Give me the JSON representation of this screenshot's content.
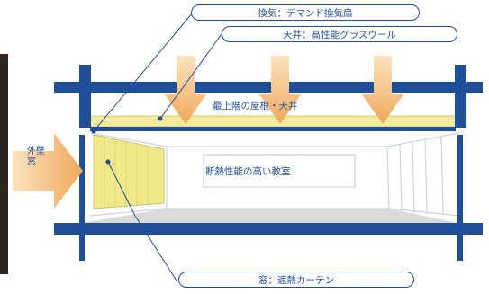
{
  "callouts": {
    "ventilation": "換気：デマンド換気扇",
    "ceiling": "天井：高性能グラスウール",
    "window": "窓：遮熱カーテン"
  },
  "labels": {
    "roof": "最上階の屋根・天井",
    "classroom": "断熱性能の高い教室",
    "exterior_wall_line1": "外壁",
    "exterior_wall_line2": "窓"
  },
  "colors": {
    "structure": "#1f4f9a",
    "heat_arrow": "#f0a95a",
    "insulation": "#f3ea9a",
    "window_pane": "#f1e88a",
    "floor": "#d9d9d9"
  }
}
